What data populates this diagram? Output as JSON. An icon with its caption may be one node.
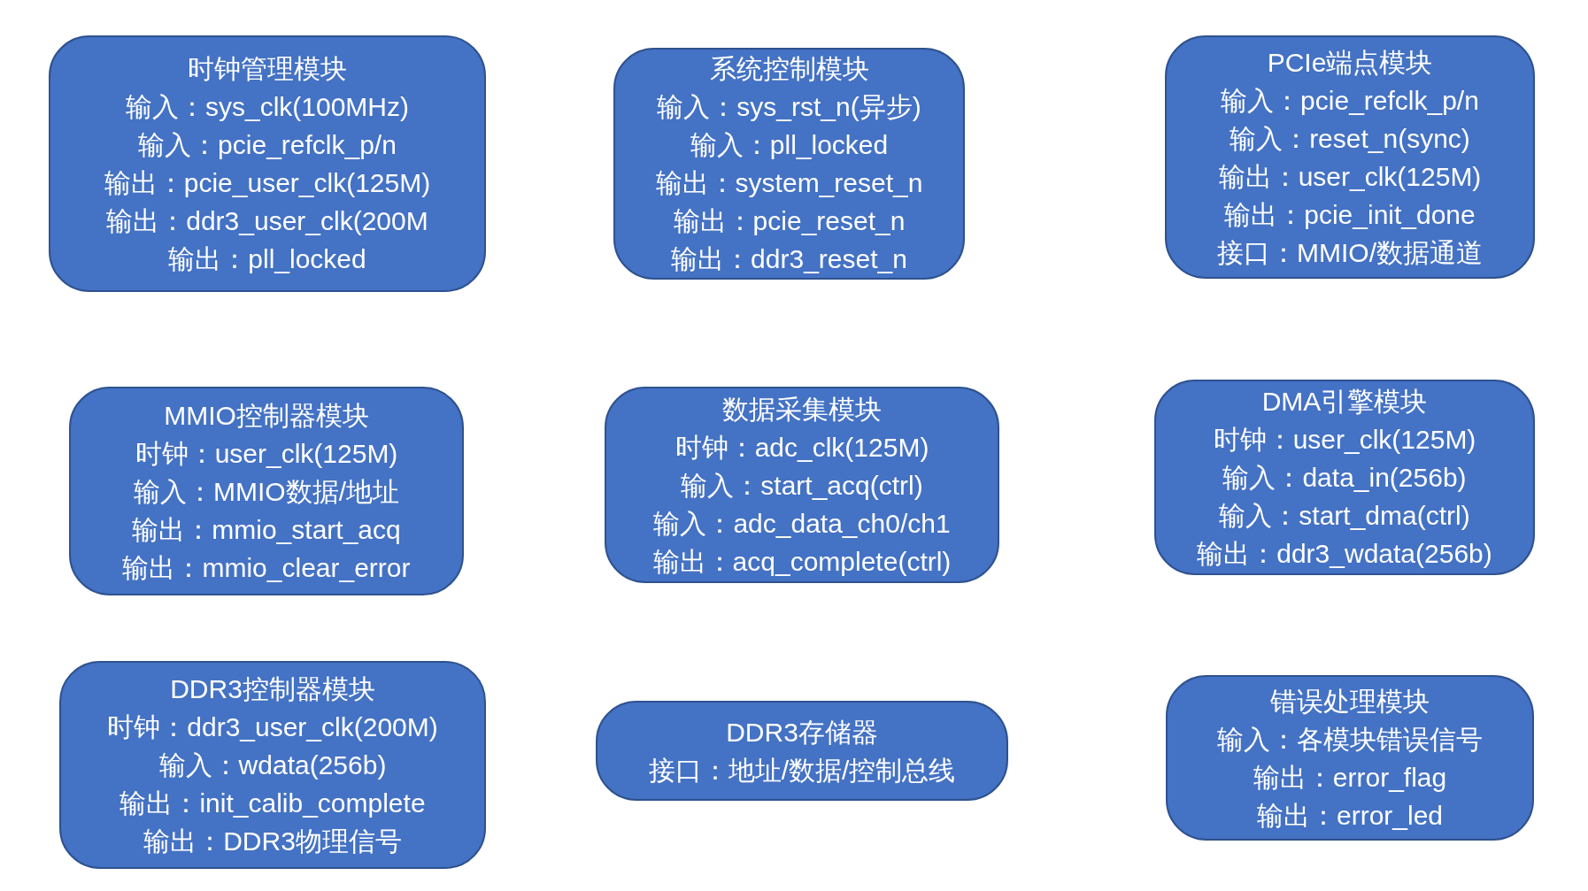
{
  "diagram": {
    "nodes": [
      {
        "text": [
          "时钟管理模块",
          "输入：sys_clk(100MHz)",
          "输入：pcie_refclk_p/n",
          "输出：pcie_user_clk(125M)",
          "输出：ddr3_user_clk(200M",
          "输出：pll_locked"
        ]
      },
      {
        "text": [
          "系统控制模块",
          "输入：sys_rst_n(异步)",
          "输入：pll_locked",
          "输出：system_reset_n",
          "输出：pcie_reset_n",
          "输出：ddr3_reset_n"
        ]
      },
      {
        "text": [
          "PCIe端点模块",
          "输入：pcie_refclk_p/n",
          "输入：reset_n(sync)",
          "输出：user_clk(125M)",
          "输出：pcie_init_done",
          "接口：MMIO/数据通道"
        ]
      },
      {
        "text": [
          "MMIO控制器模块",
          "时钟：user_clk(125M)",
          "输入：MMIO数据/地址",
          "输出：mmio_start_acq",
          "输出：mmio_clear_error"
        ]
      },
      {
        "text": [
          "数据采集模块",
          "时钟：adc_clk(125M)",
          "输入：start_acq(ctrl)",
          "输入：adc_data_ch0/ch1",
          "输出：acq_complete(ctrl)"
        ]
      },
      {
        "text": [
          "DMA引擎模块",
          "时钟：user_clk(125M)",
          "输入：data_in(256b)",
          "输入：start_dma(ctrl)",
          "输出：ddr3_wdata(256b)"
        ]
      },
      {
        "text": [
          "DDR3控制器模块",
          "时钟：ddr3_user_clk(200M)",
          "输入：wdata(256b)",
          "输出：init_calib_complete",
          "输出：DDR3物理信号"
        ]
      },
      {
        "text": [
          "DDR3存储器",
          "接口：地址/数据/控制总线"
        ]
      },
      {
        "text": [
          "错误处理模块",
          "输入：各模块错误信号",
          "输出：error_flag",
          "输出：error_led"
        ]
      }
    ]
  }
}
